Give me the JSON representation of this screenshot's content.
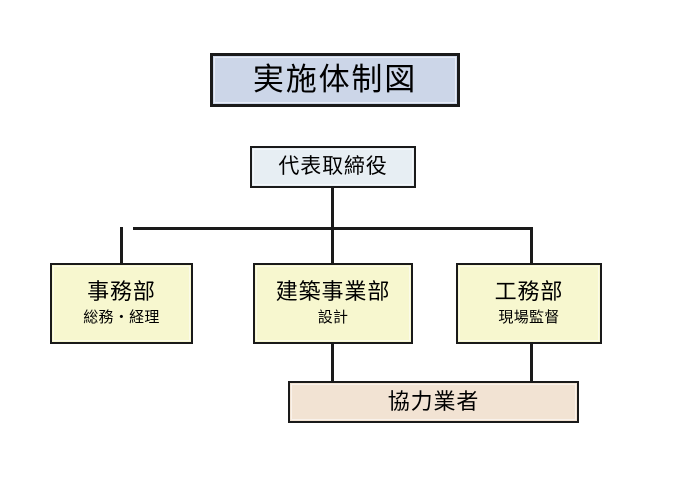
{
  "diagram": {
    "title": "実施体制図",
    "nodes": {
      "ceo": {
        "label": "代表取締役"
      },
      "admin": {
        "label": "事務部",
        "sub": "総務・経理"
      },
      "building": {
        "label": "建築事業部",
        "sub": "設計"
      },
      "works": {
        "label": "工務部",
        "sub": "現場監督"
      },
      "partner": {
        "label": "協力業者"
      }
    },
    "colors": {
      "title_fill": "#ccd6e8",
      "ceo_fill": "#e7eef3",
      "dept_fill": "#f7f7cf",
      "partner_fill": "#f2e3d3",
      "line": "#1a1a1a",
      "background": "#ffffff"
    }
  }
}
